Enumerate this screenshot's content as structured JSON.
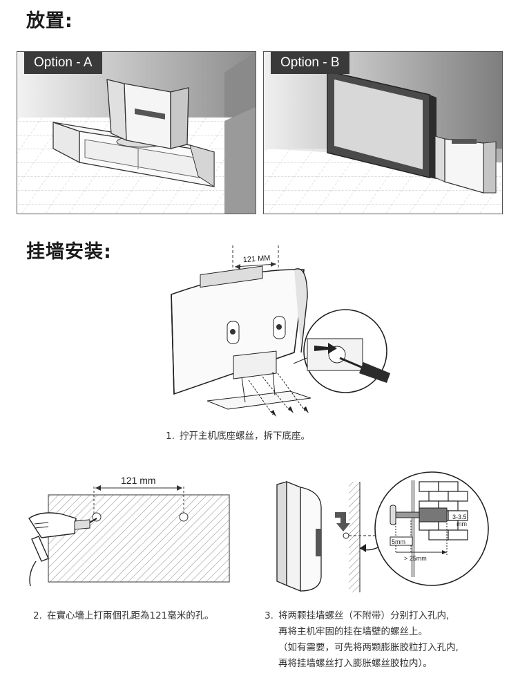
{
  "placement": {
    "title": "放置:",
    "option_a": "Option - A",
    "option_b": "Option - B"
  },
  "wall_mount": {
    "title": "挂墙安装:",
    "dim_top": "121 MM",
    "dim_drill": "121 mm",
    "step1": {
      "num": "1.",
      "text": "拧开主机底座螺丝，拆下底座。"
    },
    "step2": {
      "num": "2.",
      "text": "在實心墻上打兩個孔距為121毫米的孔。"
    },
    "step3": {
      "num": "3.",
      "lines": [
        "将两颗挂墙螺丝（不附带）分别打入孔内,",
        "再将主机牢固的挂在墙壁的螺丝上。",
        "（如有需要，可先将两颗膨胀胶粒打入孔内,",
        "再将挂墙螺丝打入膨胀螺丝胶粒内）。"
      ]
    },
    "detail_labels": {
      "gap": "3-3.5",
      "unit": "mm",
      "head": "5mm",
      "depth": "> 25mm"
    }
  }
}
